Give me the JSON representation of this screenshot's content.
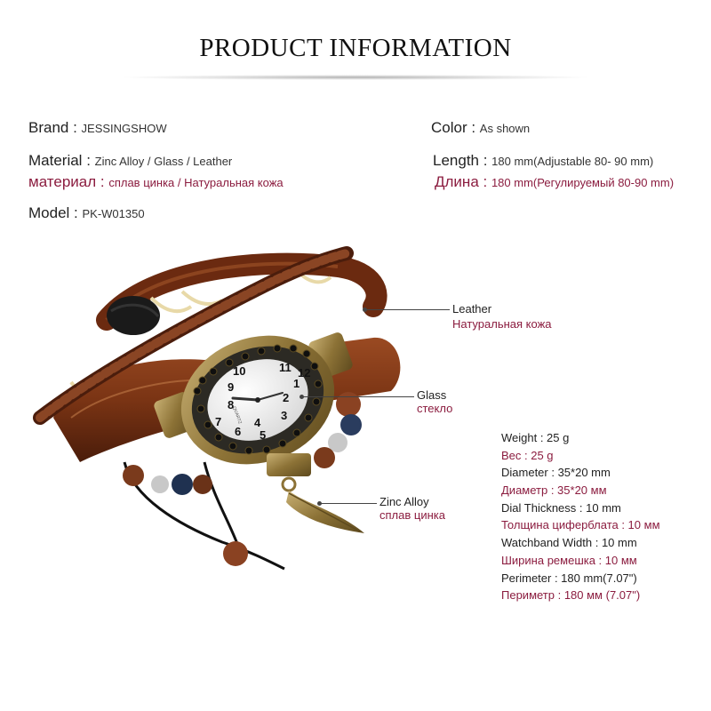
{
  "title": "PRODUCT INFORMATION",
  "specs": {
    "brand": {
      "label": "Brand",
      "value": "JESSINGSHOW"
    },
    "color": {
      "label": "Color",
      "value": "As shown"
    },
    "material": {
      "label": "Material",
      "value": "Zinc Alloy / Glass / Leather"
    },
    "material_ru": {
      "label": "материал",
      "value": "сплав цинка / Натуральная кожа"
    },
    "length": {
      "label": "Length",
      "value": "180 mm(Adjustable 80- 90 mm)"
    },
    "length_ru": {
      "label": "Длина",
      "value": "180 mm(Регулируемый 80-90 mm)"
    },
    "model": {
      "label": "Model",
      "value": "PK-W01350"
    }
  },
  "callouts": {
    "leather": {
      "en": "Leather",
      "ru": "Натуральная кожа"
    },
    "glass": {
      "en": "Glass",
      "ru": "стекло"
    },
    "zinc": {
      "en": "Zinc Alloy",
      "ru": "сплав цинка"
    }
  },
  "dimensions": [
    {
      "text": "Weight : 25 g",
      "lang": "en"
    },
    {
      "text": "Вес : 25 g",
      "lang": "ru"
    },
    {
      "text": "Diameter : 35*20 mm",
      "lang": "en"
    },
    {
      "text": "Диаметр : 35*20 мм",
      "lang": "ru"
    },
    {
      "text": "Dial Thickness : 10 mm",
      "lang": "en"
    },
    {
      "text": "Толщина циферблата : 10 мм",
      "lang": "ru"
    },
    {
      "text": "Watchband Width : 10 mm",
      "lang": "en"
    },
    {
      "text": "Ширина ремешка : 10 мм",
      "lang": "ru"
    },
    {
      "text": "Perimeter : 180 mm(7.07\")",
      "lang": "en"
    },
    {
      "text": "Периметр : 180 мм (7.07\")",
      "lang": "ru"
    }
  ],
  "dial": {
    "numbers": [
      "12",
      "11",
      "10",
      "9",
      "8",
      "7",
      "6",
      "5",
      "4",
      "3",
      "2",
      "1"
    ],
    "brand_mark": "QUARTZ"
  },
  "colors": {
    "russian_text": "#8b1c3f",
    "leather_dark": "#5a2412",
    "leather_light": "#8a3a1a",
    "brass": "#9c8142"
  }
}
